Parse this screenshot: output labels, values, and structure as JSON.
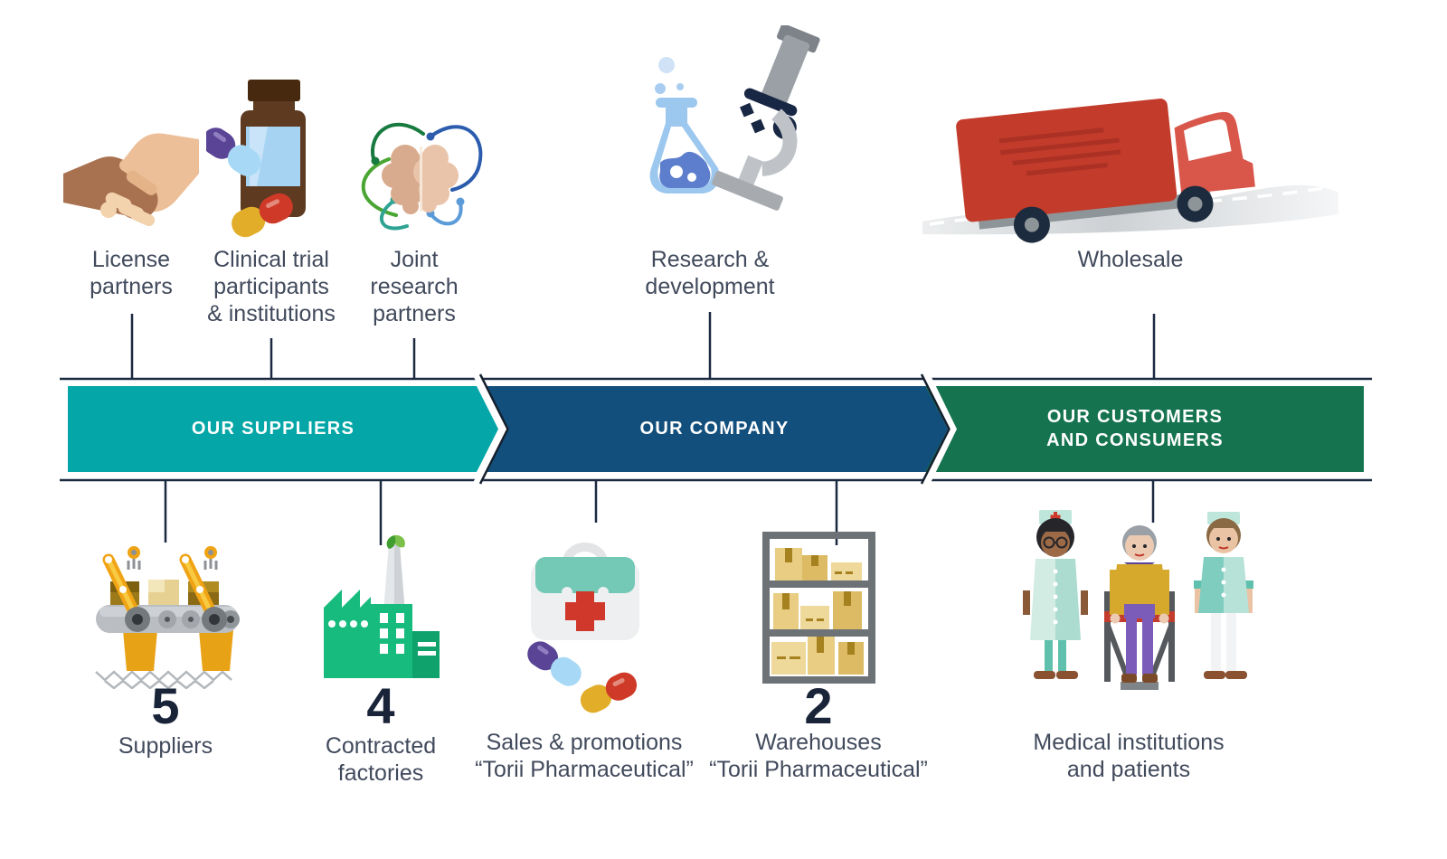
{
  "stages": [
    {
      "label": "OUR SUPPLIERS",
      "color": "#05a6a7"
    },
    {
      "label": "OUR COMPANY",
      "color": "#134f7c"
    },
    {
      "label": "OUR CUSTOMERS\nAND CONSUMERS",
      "color": "#157350"
    }
  ],
  "top_items": [
    {
      "icon": "handshake-icon",
      "label": "License\npartners"
    },
    {
      "icon": "pill-bottle-icon",
      "label": "Clinical trial\nparticipants\n& institutions"
    },
    {
      "icon": "brain-network-icon",
      "label": "Joint\nresearch\npartners"
    },
    {
      "icon": "flask-microscope-icon",
      "label": "Research &\ndevelopment"
    },
    {
      "icon": "delivery-truck-icon",
      "label": "Wholesale"
    }
  ],
  "bottom_items": [
    {
      "icon": "conveyor-robots-icon",
      "count": "5",
      "label": "Suppliers"
    },
    {
      "icon": "factory-icon",
      "count": "4",
      "label": "Contracted\nfactories"
    },
    {
      "icon": "first-aid-kit-icon",
      "count": "",
      "label": "Sales & promotions\n“Torii Pharmaceutical”"
    },
    {
      "icon": "warehouse-shelves-icon",
      "count": "2",
      "label": "Warehouses\n“Torii Pharmaceutical”"
    },
    {
      "icon": "medical-staff-patient-icon",
      "count": "",
      "label": "Medical institutions\nand patients"
    }
  ],
  "colors": {
    "rail": "#1b2940",
    "label_text": "#414a5c",
    "number_text": "#1a2439",
    "teal_arrow": "#05a6a7",
    "blue_arrow": "#134f7c",
    "green_band": "#157350"
  }
}
